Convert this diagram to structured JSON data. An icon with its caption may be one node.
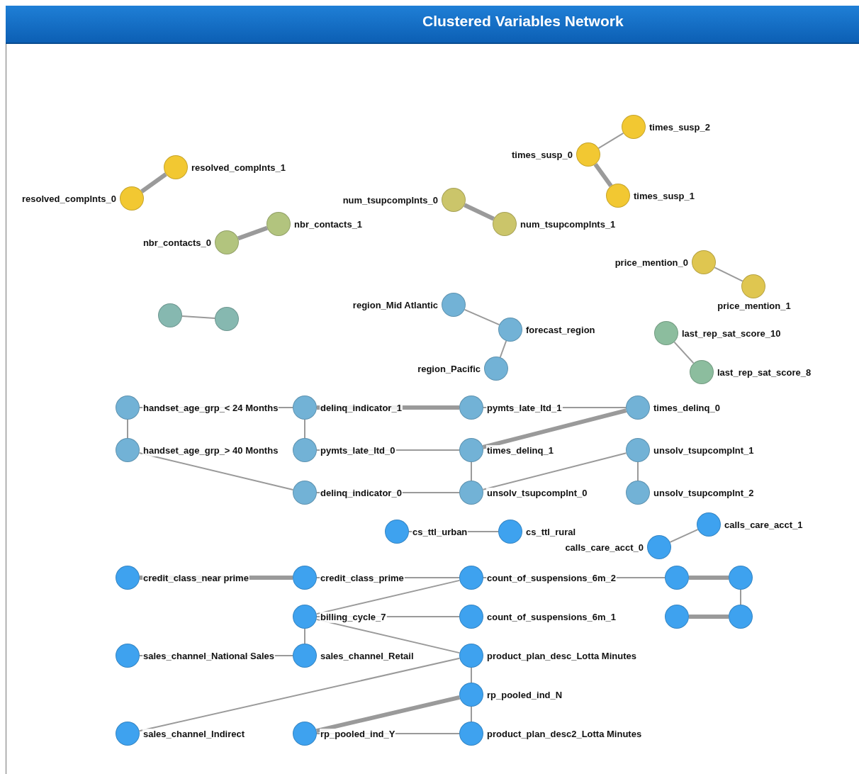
{
  "diagram": {
    "title": "Clustered Variables Network",
    "nodes": [
      {
        "text": [
          "resolved_complnts_1"
        ]
      },
      {
        "text": [
          "resolved_complnts_0"
        ]
      },
      {
        "text": [
          "nbr_contacts_1"
        ]
      },
      {
        "text": [
          "nbr_contacts_0"
        ]
      },
      {
        "text": [
          "num_tsupcomplnts_0"
        ]
      },
      {
        "text": [
          "num_tsupcomplnts_1"
        ]
      },
      {
        "text": [
          "times_susp_2"
        ]
      },
      {
        "text": [
          "times_susp_0"
        ]
      },
      {
        "text": [
          "times_susp_1"
        ]
      },
      {
        "text": [
          "price_mention_0"
        ]
      },
      {
        "text": [
          "price_mention_1"
        ]
      },
      {
        "text": [],
        "shape": "circle"
      },
      {
        "text": [],
        "shape": "circle"
      },
      {
        "text": [
          "region_Mid Atlantic"
        ]
      },
      {
        "text": [
          "forecast_region"
        ]
      },
      {
        "text": [
          "last_rep_sat_score_10"
        ]
      },
      {
        "text": [
          "region_Pacific"
        ]
      },
      {
        "text": [
          "last_rep_sat_score_8"
        ]
      },
      {
        "text": [
          "handset_age_grp_< 24 Months"
        ]
      },
      {
        "text": [
          "delinq_indicator_1"
        ]
      },
      {
        "text": [
          "pymts_late_ltd_1"
        ]
      },
      {
        "text": [
          "times_delinq_0"
        ]
      },
      {
        "text": [
          "times_delinq_1"
        ]
      },
      {
        "text": [
          "pymts_late_ltd_0"
        ]
      },
      {
        "text": [
          "unsolv_tsupcomplnt_0"
        ]
      },
      {
        "text": [
          "unsolv_tsupcomplnt_1"
        ]
      },
      {
        "text": [
          "handset_age_grp_> 40 Months"
        ]
      },
      {
        "text": [
          "delinq_indicator_0"
        ]
      },
      {
        "text": [
          "unsolv_tsupcomplnt_2"
        ]
      },
      {
        "text": [
          "cs_ttl_urban"
        ]
      },
      {
        "text": [
          "cs_ttl_rural"
        ]
      },
      {
        "text": [
          "calls_care_acct_1"
        ]
      },
      {
        "text": [
          "calls_care_acct_0"
        ]
      },
      {
        "text": [
          "credit_class_near prime"
        ]
      },
      {
        "text": [
          "credit_class_prime"
        ]
      },
      {
        "text": [
          "count_of_suspensions_6m_2"
        ]
      },
      {
        "text": [],
        "shape": "circle"
      },
      {
        "text": [],
        "shape": "circle"
      },
      {
        "text": [
          "billing_cycle_7"
        ]
      },
      {
        "text": [
          "count_of_suspensions_6m_1"
        ]
      },
      {
        "text": [],
        "shape": "circle"
      },
      {
        "text": [],
        "shape": "circle"
      },
      {
        "text": [
          "sales_channel_National Sales"
        ]
      },
      {
        "text": [
          "sales_channel_Retail"
        ]
      },
      {
        "text": [
          "product_plan_desc_Lotta Minutes"
        ]
      },
      {
        "text": [
          "sales_channel_Indirect"
        ]
      },
      {
        "text": [
          "rp_pooled_ind_N"
        ]
      },
      {
        "text": [
          "rp_pooled_ind_Y"
        ]
      },
      {
        "text": [
          "product_plan_desc2_Lotta Minutes"
        ]
      }
    ],
    "edges": [
      {
        "from": 0,
        "to": 1,
        "arrow": "none",
        "style": "thick"
      },
      {
        "from": 2,
        "to": 3,
        "arrow": "none",
        "style": "thick"
      },
      {
        "from": 4,
        "to": 5,
        "arrow": "none",
        "style": "thick"
      },
      {
        "from": 6,
        "to": 7,
        "arrow": "none"
      },
      {
        "from": 7,
        "to": 8,
        "arrow": "none",
        "style": "thick"
      },
      {
        "from": 9,
        "to": 10,
        "arrow": "none"
      },
      {
        "from": 11,
        "to": 12,
        "arrow": "none"
      },
      {
        "from": 13,
        "to": 14,
        "arrow": "none"
      },
      {
        "from": 14,
        "to": 16,
        "arrow": "none"
      },
      {
        "from": 15,
        "to": 17,
        "arrow": "none"
      },
      {
        "from": 18,
        "to": 19,
        "arrow": "none"
      },
      {
        "from": 18,
        "to": 26,
        "arrow": "none"
      },
      {
        "from": 19,
        "to": 20,
        "arrow": "none",
        "style": "thick"
      },
      {
        "from": 20,
        "to": 21,
        "arrow": "none"
      },
      {
        "from": 21,
        "to": 22,
        "arrow": "none",
        "style": "thick"
      },
      {
        "from": 22,
        "to": 23,
        "arrow": "none"
      },
      {
        "from": 19,
        "to": 23,
        "arrow": "none"
      },
      {
        "from": 22,
        "to": 24,
        "arrow": "none"
      },
      {
        "from": 24,
        "to": 25,
        "arrow": "none"
      },
      {
        "from": 25,
        "to": 28,
        "arrow": "none"
      },
      {
        "from": 26,
        "to": 27,
        "arrow": "none"
      },
      {
        "from": 27,
        "to": 24,
        "arrow": "none"
      },
      {
        "from": 29,
        "to": 30,
        "arrow": "none"
      },
      {
        "from": 31,
        "to": 32,
        "arrow": "none"
      },
      {
        "from": 33,
        "to": 34,
        "arrow": "none",
        "style": "thick"
      },
      {
        "from": 34,
        "to": 35,
        "arrow": "none"
      },
      {
        "from": 35,
        "to": 38,
        "arrow": "none"
      },
      {
        "from": 38,
        "to": 39,
        "arrow": "none"
      },
      {
        "from": 35,
        "to": 36,
        "arrow": "none"
      },
      {
        "from": 36,
        "to": 37,
        "arrow": "none",
        "style": "thick"
      },
      {
        "from": 40,
        "to": 41,
        "arrow": "none",
        "style": "thick"
      },
      {
        "from": 37,
        "to": 41,
        "arrow": "none"
      },
      {
        "from": 38,
        "to": 43,
        "arrow": "none"
      },
      {
        "from": 43,
        "to": 42,
        "arrow": "none"
      },
      {
        "from": 38,
        "to": 44,
        "arrow": "none"
      },
      {
        "from": 44,
        "to": 46,
        "arrow": "none"
      },
      {
        "from": 46,
        "to": 47,
        "arrow": "none",
        "style": "thick"
      },
      {
        "from": 47,
        "to": 48,
        "arrow": "none"
      },
      {
        "from": 46,
        "to": 48,
        "arrow": "none"
      },
      {
        "from": 45,
        "to": 44,
        "arrow": "none"
      }
    ]
  }
}
